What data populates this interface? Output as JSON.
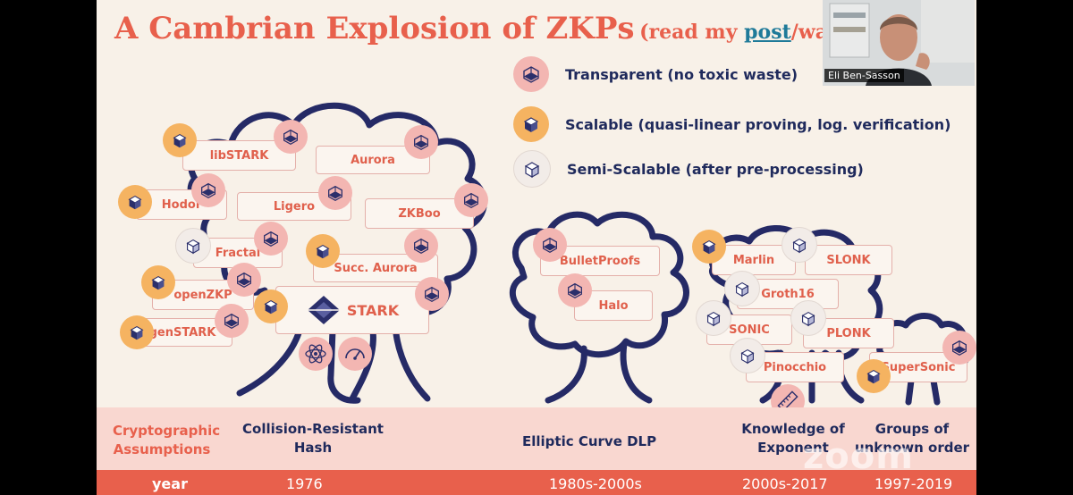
{
  "slide": {
    "title": "A Cambrian Explosion of ZKPs",
    "subtitle_open": "(read my ",
    "subtitle_link": "post",
    "subtitle_close": "/wat"
  },
  "legend": [
    {
      "kind": "transparent",
      "label": "Transparent (no toxic waste)"
    },
    {
      "kind": "scalable",
      "label": "Scalable (quasi-linear proving, log. verification)"
    },
    {
      "kind": "semi",
      "label": "Semi-Scalable (after pre-processing)"
    }
  ],
  "systems": {
    "libstark": "libSTARK",
    "aurora": "Aurora",
    "hodor": "Hodor",
    "ligero": "Ligero",
    "zkboo": "ZKBoo",
    "fractal": "Fractal",
    "succ_aurora": "Succ. Aurora",
    "openzkp": "openZKP",
    "stark": "STARK",
    "genstark": "genSTARK",
    "bulletproofs": "BulletProofs",
    "halo": "Halo",
    "marlin": "Marlin",
    "slonk": "SLONK",
    "groth16": "Groth16",
    "sonic": "SONIC",
    "plonk": "PLONK",
    "pinocchio": "Pinocchio",
    "supersonic": "SuperSonic"
  },
  "assumptions": {
    "header": "Cryptographic Assumptions",
    "crh": "Collision-Resistant Hash",
    "ecdlp": "Elliptic Curve DLP",
    "koe": "Knowledge of Exponent",
    "guo": "Groups of unknown order"
  },
  "years": {
    "header": "year",
    "crh": "1976",
    "ecdlp": "1980s-2000s",
    "koe": "2000s-2017",
    "guo": "1997-2019"
  },
  "video": {
    "speaker": "Eli Ben-Sasson"
  },
  "watermark": "zoom",
  "colors": {
    "accent_red": "#e8604c",
    "navy": "#1f2a5c",
    "link_teal": "#1f7a99",
    "transparent_pink": "#f3b6b2",
    "scalable_orange": "#f5b361",
    "slide_bg": "#f8f1e8"
  },
  "icons": {
    "transparent": "wireframe-cube-icon",
    "scalable": "solid-cube-icon",
    "semi": "outline-cube-icon",
    "stark_logo": "stark-diamond-icon",
    "atom": "atom-icon",
    "gauge": "speedometer-icon",
    "ruler": "ruler-icon"
  }
}
